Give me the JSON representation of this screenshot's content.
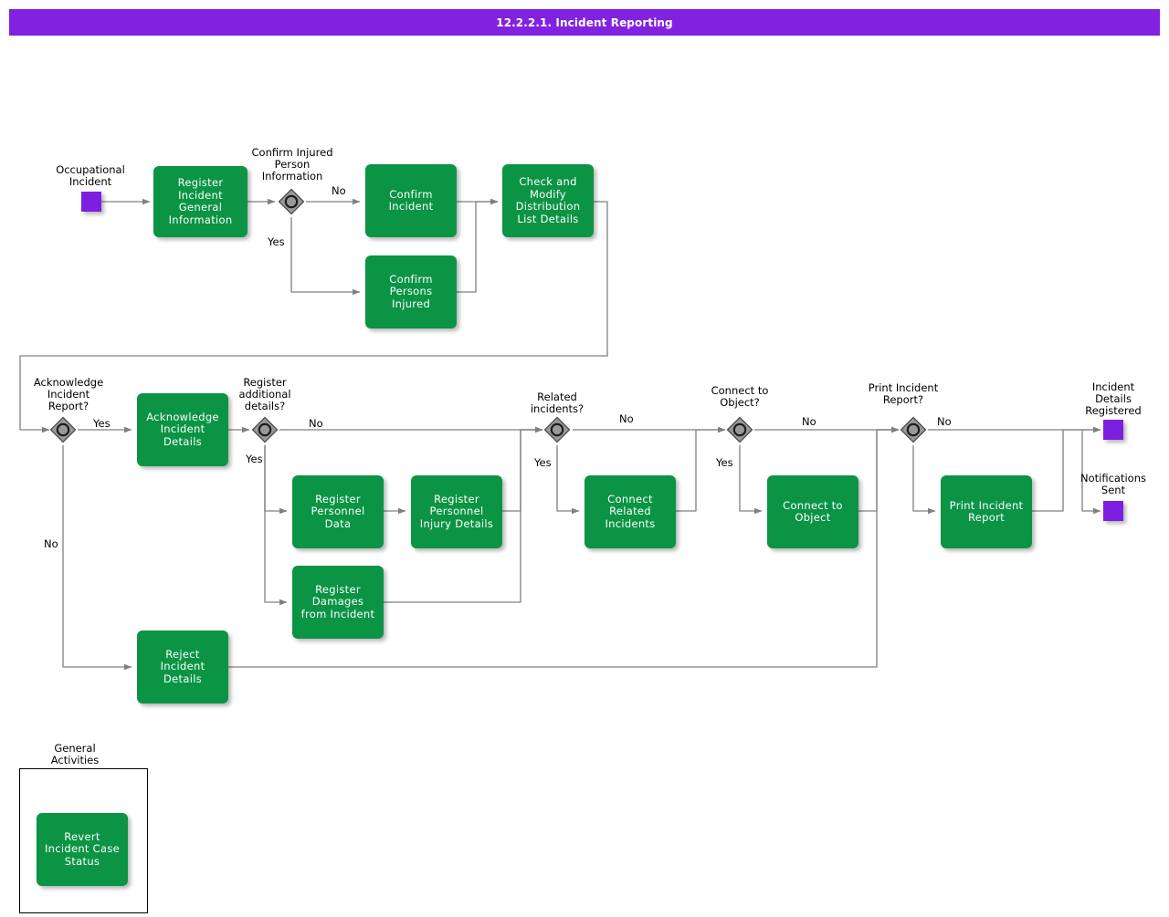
{
  "title": "12.2.2.1. Incident Reporting",
  "theme": {
    "title_bar_bg": "#8022e0",
    "title_bar_text": "#ffffff",
    "task_fill": "#0b9444",
    "task_text": "#ffffff",
    "event_fill": "#7d1fe0",
    "gateway_fill": "#999999",
    "gateway_stroke": "#4d4d4d",
    "connector_stroke": "#808080",
    "label_text": "#000000"
  },
  "diagram": {
    "type": "bpmn-flowchart",
    "events": [
      {
        "id": "ev_start",
        "label": "Occupational\nIncident",
        "kind": "start"
      },
      {
        "id": "ev_end_details",
        "label": "Incident\nDetails\nRegistered",
        "kind": "end"
      },
      {
        "id": "ev_end_notify",
        "label": "Notifications\nSent",
        "kind": "end"
      }
    ],
    "gateways": [
      {
        "id": "gw_confirm_injured",
        "label": "Confirm Injured\nPerson\nInformation",
        "branches": [
          "No",
          "Yes"
        ]
      },
      {
        "id": "gw_acknowledge",
        "label": "Acknowledge\nIncident\nReport?",
        "branches": [
          "Yes",
          "No"
        ]
      },
      {
        "id": "gw_additional",
        "label": "Register\nadditional\ndetails?",
        "branches": [
          "No",
          "Yes"
        ]
      },
      {
        "id": "gw_related",
        "label": "Related\nincidents?",
        "branches": [
          "No",
          "Yes"
        ]
      },
      {
        "id": "gw_connect",
        "label": "Connect to\nObject?",
        "branches": [
          "No",
          "Yes"
        ]
      },
      {
        "id": "gw_print",
        "label": "Print Incident\nReport?",
        "branches": [
          "No"
        ]
      }
    ],
    "tasks": [
      {
        "id": "t_register_general",
        "label": "Register\nIncident\nGeneral\nInformation"
      },
      {
        "id": "t_confirm_incident",
        "label": "Confirm\nIncident"
      },
      {
        "id": "t_confirm_persons",
        "label": "Confirm\nPersons\nInjured"
      },
      {
        "id": "t_check_modify",
        "label": "Check and\nModify\nDistribution List\nDetails"
      },
      {
        "id": "t_ack_details",
        "label": "Acknowledge\nIncident\nDetails"
      },
      {
        "id": "t_reg_personnel",
        "label": "Register\nPersonnel Data"
      },
      {
        "id": "t_reg_injury",
        "label": "Register\nPersonnel\nInjury Details"
      },
      {
        "id": "t_reg_damages",
        "label": "Register\nDamages from\nIncident"
      },
      {
        "id": "t_reject",
        "label": "Reject\nIncident\nDetails"
      },
      {
        "id": "t_connect_related",
        "label": "Connect\nRelated\nIncidents"
      },
      {
        "id": "t_connect_object",
        "label": "Connect to\nObject"
      },
      {
        "id": "t_print_report",
        "label": "Print Incident\nReport"
      },
      {
        "id": "t_revert_status",
        "label": "Revert Incident\nCase Status"
      }
    ],
    "groups": [
      {
        "id": "grp_general",
        "label": "General\nActivities",
        "members": [
          "t_revert_status"
        ]
      }
    ],
    "flow_labels": [
      {
        "id": "fl_1",
        "text": "No"
      },
      {
        "id": "fl_2",
        "text": "Yes"
      },
      {
        "id": "fl_3",
        "text": "Yes"
      },
      {
        "id": "fl_4",
        "text": "No"
      },
      {
        "id": "fl_5",
        "text": "No"
      },
      {
        "id": "fl_6",
        "text": "Yes"
      },
      {
        "id": "fl_7",
        "text": "No"
      },
      {
        "id": "fl_8",
        "text": "Yes"
      },
      {
        "id": "fl_9",
        "text": "No"
      },
      {
        "id": "fl_10",
        "text": "Yes"
      },
      {
        "id": "fl_11",
        "text": "No"
      }
    ]
  }
}
